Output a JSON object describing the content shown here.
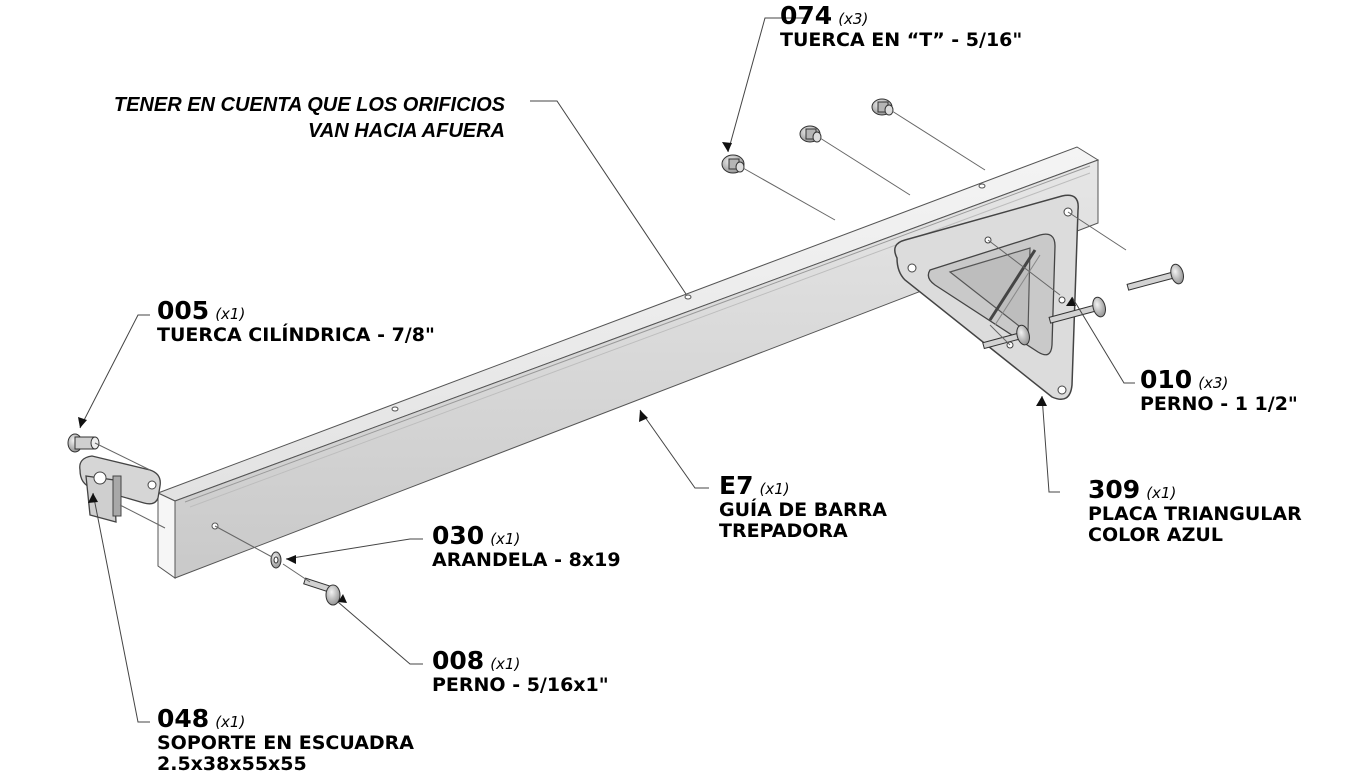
{
  "note": {
    "line1": "TENER EN CUENTA QUE LOS ORIFICIOS",
    "line2": "VAN HACIA AFUERA"
  },
  "parts": {
    "p074": {
      "code": "074",
      "qty": "(x3)",
      "desc1": "TUERCA EN “T” - 5/16\""
    },
    "p005": {
      "code": "005",
      "qty": "(x1)",
      "desc1": "TUERCA CILÍNDRICA - 7/8\""
    },
    "p010": {
      "code": "010",
      "qty": "(x3)",
      "desc1": "PERNO - 1 1/2\""
    },
    "pE7": {
      "code": "E7",
      "qty": "(x1)",
      "desc1": "GUÍA DE BARRA",
      "desc2": "TREPADORA"
    },
    "p309": {
      "code": "309",
      "qty": "(x1)",
      "desc1": "PLACA TRIANGULAR",
      "desc2": "COLOR AZUL"
    },
    "p030": {
      "code": "030",
      "qty": "(x1)",
      "desc1": "ARANDELA - 8x19"
    },
    "p008": {
      "code": "008",
      "qty": "(x1)",
      "desc1": "PERNO - 5/16x1\""
    },
    "p048": {
      "code": "048",
      "qty": "(x1)",
      "desc1": "SOPORTE EN ESCUADRA",
      "desc2": "2.5x38x55x55"
    }
  }
}
